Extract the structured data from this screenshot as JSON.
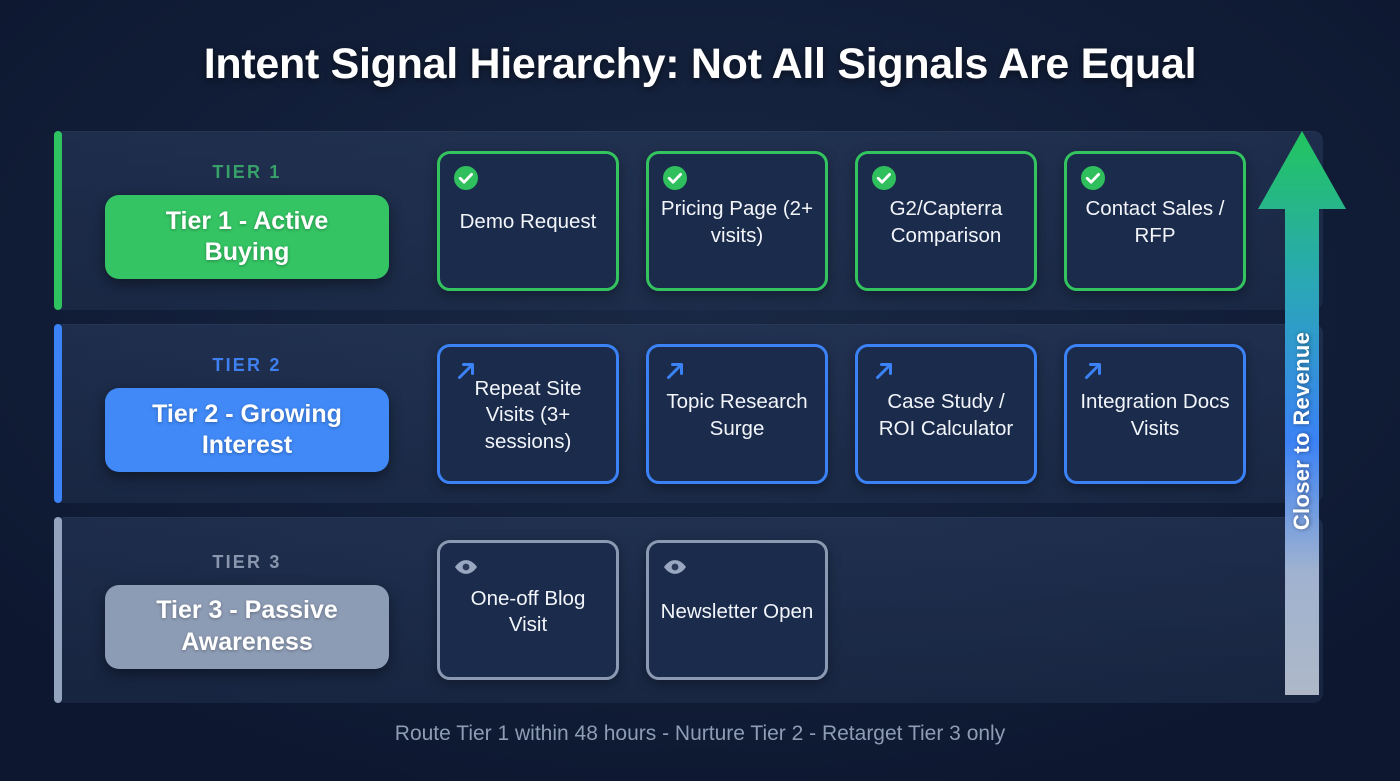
{
  "title": "Intent Signal Hierarchy: Not All Signals Are Equal",
  "footer": "Route Tier 1 within 48 hours - Nurture Tier 2 - Retarget Tier 3 only",
  "arrow": {
    "label": "Closer to Revenue",
    "gradient_top": "#22c55e",
    "gradient_mid": "#3b82f6",
    "gradient_bottom": "#aeb8c8",
    "direction": "up"
  },
  "colors": {
    "background": "#101d38",
    "tier1_accent": "#2fc261",
    "tier2_accent": "#3b82f6",
    "tier3_accent": "#93a3bd",
    "card_background": "#1b2b4b",
    "card_text": "#f2f5fa",
    "footer_text": "#8e9cb4"
  },
  "tiers": [
    {
      "kicker": "TIER 1",
      "pill_label": "Tier 1 - Active Buying",
      "accent": "green",
      "icon": "check-circle-icon",
      "cards": [
        {
          "label": "Demo Request"
        },
        {
          "label": "Pricing Page (2+ visits)"
        },
        {
          "label": "G2/Capterra Comparison"
        },
        {
          "label": "Contact Sales / RFP"
        }
      ]
    },
    {
      "kicker": "TIER 2",
      "pill_label": "Tier 2 - Growing Interest",
      "accent": "blue",
      "icon": "arrow-up-right-icon",
      "cards": [
        {
          "label": "Repeat Site Visits (3+ sessions)"
        },
        {
          "label": "Topic Research Surge"
        },
        {
          "label": "Case Study / ROI Calculator"
        },
        {
          "label": "Integration Docs Visits"
        }
      ]
    },
    {
      "kicker": "TIER 3",
      "pill_label": "Tier 3 - Passive Awareness",
      "accent": "gray",
      "icon": "eye-icon",
      "cards": [
        {
          "label": "One-off Blog Visit"
        },
        {
          "label": "Newsletter Open"
        }
      ]
    }
  ]
}
